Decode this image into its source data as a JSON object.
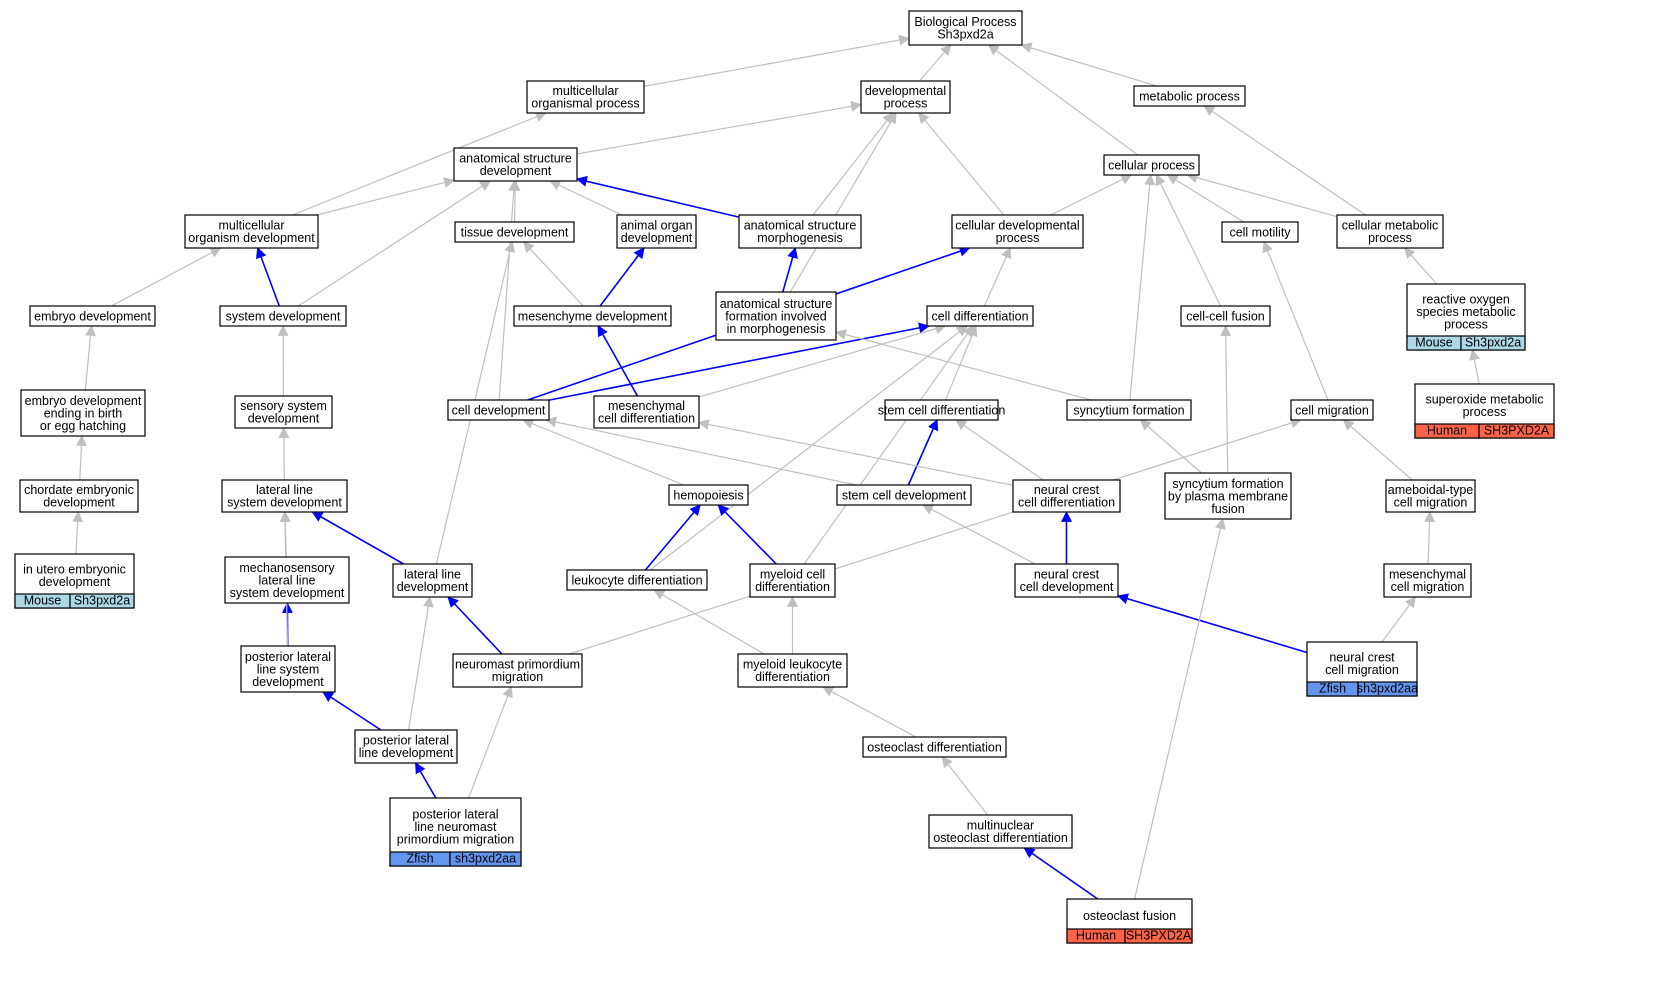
{
  "colors": {
    "gray_edge": "#c0c0c0",
    "blue_edge": "#0000ff",
    "mouse": "#add8e6",
    "human": "#ff6347",
    "zfish": "#6495ed"
  },
  "nodes": [
    {
      "id": "bp",
      "lines": [
        "Biological Process",
        "Sh3pxd2a"
      ]
    },
    {
      "id": "mop",
      "lines": [
        "multicellular",
        "organismal process"
      ]
    },
    {
      "id": "dev",
      "lines": [
        "developmental",
        "process"
      ]
    },
    {
      "id": "metab",
      "lines": [
        "metabolic process"
      ]
    },
    {
      "id": "asd",
      "lines": [
        "anatomical structure",
        "development"
      ]
    },
    {
      "id": "cellp",
      "lines": [
        "cellular process"
      ]
    },
    {
      "id": "mod",
      "lines": [
        "multicellular",
        "organism development"
      ]
    },
    {
      "id": "tissue",
      "lines": [
        "tissue development"
      ]
    },
    {
      "id": "aod",
      "lines": [
        "animal organ",
        "development"
      ]
    },
    {
      "id": "asm",
      "lines": [
        "anatomical structure",
        "morphogenesis"
      ]
    },
    {
      "id": "cdp",
      "lines": [
        "cellular developmental",
        "process"
      ]
    },
    {
      "id": "motil",
      "lines": [
        "cell motility"
      ]
    },
    {
      "id": "cmp",
      "lines": [
        "cellular metabolic",
        "process"
      ]
    },
    {
      "id": "embryo",
      "lines": [
        "embryo development"
      ]
    },
    {
      "id": "sysdev",
      "lines": [
        "system development"
      ]
    },
    {
      "id": "mesdev",
      "lines": [
        "mesenchyme development"
      ]
    },
    {
      "id": "asf",
      "lines": [
        "anatomical structure",
        "formation involved",
        "in morphogenesis"
      ]
    },
    {
      "id": "celldiff",
      "lines": [
        "cell differentiation"
      ]
    },
    {
      "id": "ccfusion",
      "lines": [
        "cell-cell fusion"
      ]
    },
    {
      "id": "ros",
      "lines": [
        "reactive oxygen",
        "species metabolic",
        "process"
      ],
      "species": "Mouse",
      "gene": "Sh3pxd2a"
    },
    {
      "id": "edbirth",
      "lines": [
        "embryo development",
        "ending in birth",
        "or egg hatching"
      ]
    },
    {
      "id": "ssd",
      "lines": [
        "sensory system",
        "development"
      ]
    },
    {
      "id": "celldev",
      "lines": [
        "cell development"
      ]
    },
    {
      "id": "mesdiff",
      "lines": [
        "mesenchymal",
        "cell differentiation"
      ]
    },
    {
      "id": "scdiff",
      "lines": [
        "stem cell differentiation"
      ]
    },
    {
      "id": "syncf",
      "lines": [
        "syncytium formation"
      ]
    },
    {
      "id": "cmig",
      "lines": [
        "cell migration"
      ]
    },
    {
      "id": "superox",
      "lines": [
        "superoxide metabolic",
        "process"
      ],
      "species": "Human",
      "gene": "SH3PXD2A"
    },
    {
      "id": "chordate",
      "lines": [
        "chordate embryonic",
        "development"
      ]
    },
    {
      "id": "llsd",
      "lines": [
        "lateral line",
        "system development"
      ]
    },
    {
      "id": "hemo",
      "lines": [
        "hemopoiesis"
      ]
    },
    {
      "id": "scdev",
      "lines": [
        "stem cell development"
      ]
    },
    {
      "id": "ncdiff",
      "lines": [
        "neural crest",
        "cell differentiation"
      ]
    },
    {
      "id": "syncpm",
      "lines": [
        "syncytium formation",
        "by plasma membrane",
        "fusion"
      ]
    },
    {
      "id": "amoeb",
      "lines": [
        "ameboidal-type",
        "cell migration"
      ]
    },
    {
      "id": "utero",
      "lines": [
        "in utero embryonic",
        "development"
      ],
      "species": "Mouse",
      "gene": "Sh3pxd2a"
    },
    {
      "id": "mllsd",
      "lines": [
        "mechanosensory",
        "lateral line",
        "system development"
      ]
    },
    {
      "id": "lld",
      "lines": [
        "lateral line",
        "development"
      ]
    },
    {
      "id": "leuk",
      "lines": [
        "leukocyte differentiation"
      ]
    },
    {
      "id": "myeloid",
      "lines": [
        "myeloid cell",
        "differentiation"
      ]
    },
    {
      "id": "ncdev",
      "lines": [
        "neural crest",
        "cell development"
      ]
    },
    {
      "id": "mescm",
      "lines": [
        "mesenchymal",
        "cell migration"
      ]
    },
    {
      "id": "pllsd",
      "lines": [
        "posterior lateral",
        "line system",
        "development"
      ]
    },
    {
      "id": "npm",
      "lines": [
        "neuromast primordium",
        "migration"
      ]
    },
    {
      "id": "myleuk",
      "lines": [
        "myeloid leukocyte",
        "differentiation"
      ]
    },
    {
      "id": "nccm",
      "lines": [
        "neural crest",
        "cell migration"
      ],
      "species": "Zfish",
      "gene": "sh3pxd2aa"
    },
    {
      "id": "plld",
      "lines": [
        "posterior lateral",
        "line development"
      ]
    },
    {
      "id": "ocdiff",
      "lines": [
        "osteoclast differentiation"
      ]
    },
    {
      "id": "pllnpm",
      "lines": [
        "posterior lateral",
        "line neuromast",
        "primordium migration"
      ],
      "species": "Zfish",
      "gene": "sh3pxd2aa"
    },
    {
      "id": "mnoc",
      "lines": [
        "multinuclear",
        "osteoclast differentiation"
      ]
    },
    {
      "id": "ocfusion",
      "lines": [
        "osteoclast fusion"
      ],
      "species": "Human",
      "gene": "SH3PXD2A"
    }
  ],
  "edges": [
    {
      "from": "mop",
      "to": "bp",
      "color": "gray"
    },
    {
      "from": "dev",
      "to": "bp",
      "color": "gray"
    },
    {
      "from": "metab",
      "to": "bp",
      "color": "gray"
    },
    {
      "from": "cellp",
      "to": "bp",
      "color": "gray"
    },
    {
      "from": "asd",
      "to": "dev",
      "color": "gray"
    },
    {
      "from": "mod",
      "to": "mop",
      "color": "gray"
    },
    {
      "from": "mod",
      "to": "asd",
      "color": "gray"
    },
    {
      "from": "tissue",
      "to": "asd",
      "color": "gray"
    },
    {
      "from": "aod",
      "to": "asd",
      "color": "gray"
    },
    {
      "from": "asm",
      "to": "asd",
      "color": "blue"
    },
    {
      "from": "asm",
      "to": "dev",
      "color": "gray"
    },
    {
      "from": "cdp",
      "to": "dev",
      "color": "gray"
    },
    {
      "from": "cdp",
      "to": "cellp",
      "color": "gray"
    },
    {
      "from": "motil",
      "to": "cellp",
      "color": "gray"
    },
    {
      "from": "cmp",
      "to": "cellp",
      "color": "gray"
    },
    {
      "from": "cmp",
      "to": "metab",
      "color": "gray"
    },
    {
      "from": "embryo",
      "to": "mod",
      "color": "gray"
    },
    {
      "from": "sysdev",
      "to": "mod",
      "color": "blue"
    },
    {
      "from": "sysdev",
      "to": "asd",
      "color": "gray"
    },
    {
      "from": "mesdev",
      "to": "tissue",
      "color": "gray"
    },
    {
      "from": "mesdev",
      "to": "aod",
      "color": "blue"
    },
    {
      "from": "asf",
      "to": "asm",
      "color": "blue"
    },
    {
      "from": "asf",
      "to": "dev",
      "color": "gray"
    },
    {
      "from": "celldiff",
      "to": "cdp",
      "color": "gray"
    },
    {
      "from": "ccfusion",
      "to": "cellp",
      "color": "gray"
    },
    {
      "from": "ros",
      "to": "cmp",
      "color": "gray"
    },
    {
      "from": "edbirth",
      "to": "embryo",
      "color": "gray"
    },
    {
      "from": "ssd",
      "to": "sysdev",
      "color": "gray"
    },
    {
      "from": "celldev",
      "to": "asd",
      "color": "gray"
    },
    {
      "from": "celldev",
      "to": "cdp",
      "color": "blue"
    },
    {
      "from": "celldev",
      "to": "celldiff",
      "color": "blue"
    },
    {
      "from": "mesdiff",
      "to": "mesdev",
      "color": "blue"
    },
    {
      "from": "mesdiff",
      "to": "celldiff",
      "color": "gray"
    },
    {
      "from": "scdiff",
      "to": "celldiff",
      "color": "gray"
    },
    {
      "from": "syncf",
      "to": "cellp",
      "color": "gray"
    },
    {
      "from": "syncf",
      "to": "asf",
      "color": "gray"
    },
    {
      "from": "cmig",
      "to": "motil",
      "color": "gray"
    },
    {
      "from": "superox",
      "to": "ros",
      "color": "gray"
    },
    {
      "from": "chordate",
      "to": "edbirth",
      "color": "gray"
    },
    {
      "from": "llsd",
      "to": "ssd",
      "color": "gray"
    },
    {
      "from": "hemo",
      "to": "celldev",
      "color": "gray"
    },
    {
      "from": "scdev",
      "to": "scdiff",
      "color": "blue"
    },
    {
      "from": "scdev",
      "to": "celldev",
      "color": "gray"
    },
    {
      "from": "ncdiff",
      "to": "scdiff",
      "color": "gray"
    },
    {
      "from": "ncdiff",
      "to": "mesdiff",
      "color": "gray"
    },
    {
      "from": "syncpm",
      "to": "syncf",
      "color": "gray"
    },
    {
      "from": "syncpm",
      "to": "ccfusion",
      "color": "gray"
    },
    {
      "from": "amoeb",
      "to": "cmig",
      "color": "gray"
    },
    {
      "from": "utero",
      "to": "chordate",
      "color": "gray"
    },
    {
      "from": "mllsd",
      "to": "llsd",
      "color": "gray"
    },
    {
      "from": "lld",
      "to": "llsd",
      "color": "blue"
    },
    {
      "from": "lld",
      "to": "tissue",
      "color": "gray"
    },
    {
      "from": "leuk",
      "to": "hemo",
      "color": "blue"
    },
    {
      "from": "leuk",
      "to": "celldiff",
      "color": "gray"
    },
    {
      "from": "myeloid",
      "to": "hemo",
      "color": "blue"
    },
    {
      "from": "myeloid",
      "to": "celldiff",
      "color": "gray"
    },
    {
      "from": "ncdev",
      "to": "ncdiff",
      "color": "blue"
    },
    {
      "from": "ncdev",
      "to": "scdev",
      "color": "gray"
    },
    {
      "from": "mescm",
      "to": "amoeb",
      "color": "gray"
    },
    {
      "from": "pllsd",
      "to": "mllsd",
      "color": "blue"
    },
    {
      "from": "pllsd",
      "to": "llsd",
      "color": "gray"
    },
    {
      "from": "npm",
      "to": "lld",
      "color": "blue"
    },
    {
      "from": "npm",
      "to": "cmig",
      "color": "gray"
    },
    {
      "from": "myleuk",
      "to": "leuk",
      "color": "gray"
    },
    {
      "from": "myleuk",
      "to": "myeloid",
      "color": "gray"
    },
    {
      "from": "nccm",
      "to": "ncdev",
      "color": "blue"
    },
    {
      "from": "nccm",
      "to": "mescm",
      "color": "gray"
    },
    {
      "from": "plld",
      "to": "pllsd",
      "color": "blue"
    },
    {
      "from": "plld",
      "to": "lld",
      "color": "gray"
    },
    {
      "from": "ocdiff",
      "to": "myleuk",
      "color": "gray"
    },
    {
      "from": "pllnpm",
      "to": "plld",
      "color": "blue"
    },
    {
      "from": "pllnpm",
      "to": "npm",
      "color": "gray"
    },
    {
      "from": "mnoc",
      "to": "ocdiff",
      "color": "gray"
    },
    {
      "from": "ocfusion",
      "to": "mnoc",
      "color": "blue"
    },
    {
      "from": "ocfusion",
      "to": "syncpm",
      "color": "gray"
    }
  ]
}
